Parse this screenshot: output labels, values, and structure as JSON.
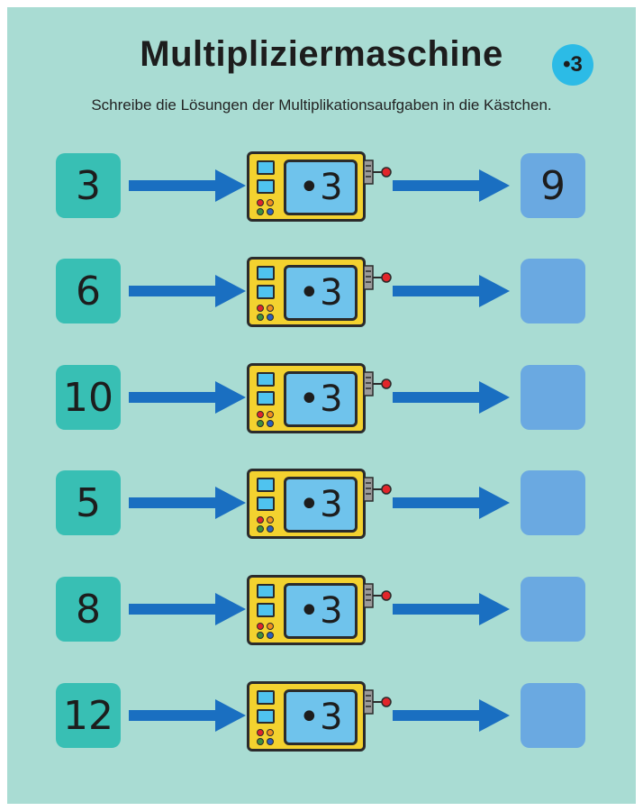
{
  "title": "Multipliziermaschine",
  "badge": "•3",
  "instruction": "Schreibe die Lösungen der Multiplikationsaufgaben in die Kästchen.",
  "colors": {
    "background": "#a9dcd3",
    "input_box": "#38bfb4",
    "output_box": "#6aa9e1",
    "arrow": "#1a6fc1",
    "machine_body": "#f3d22f",
    "machine_screen": "#6fc3ec",
    "badge": "#2cbbe6"
  },
  "rows": [
    {
      "input": "3",
      "operation": "•3",
      "output": "9"
    },
    {
      "input": "6",
      "operation": "•3",
      "output": ""
    },
    {
      "input": "10",
      "operation": "•3",
      "output": ""
    },
    {
      "input": "5",
      "operation": "•3",
      "output": ""
    },
    {
      "input": "8",
      "operation": "•3",
      "output": ""
    },
    {
      "input": "12",
      "operation": "•3",
      "output": ""
    }
  ]
}
